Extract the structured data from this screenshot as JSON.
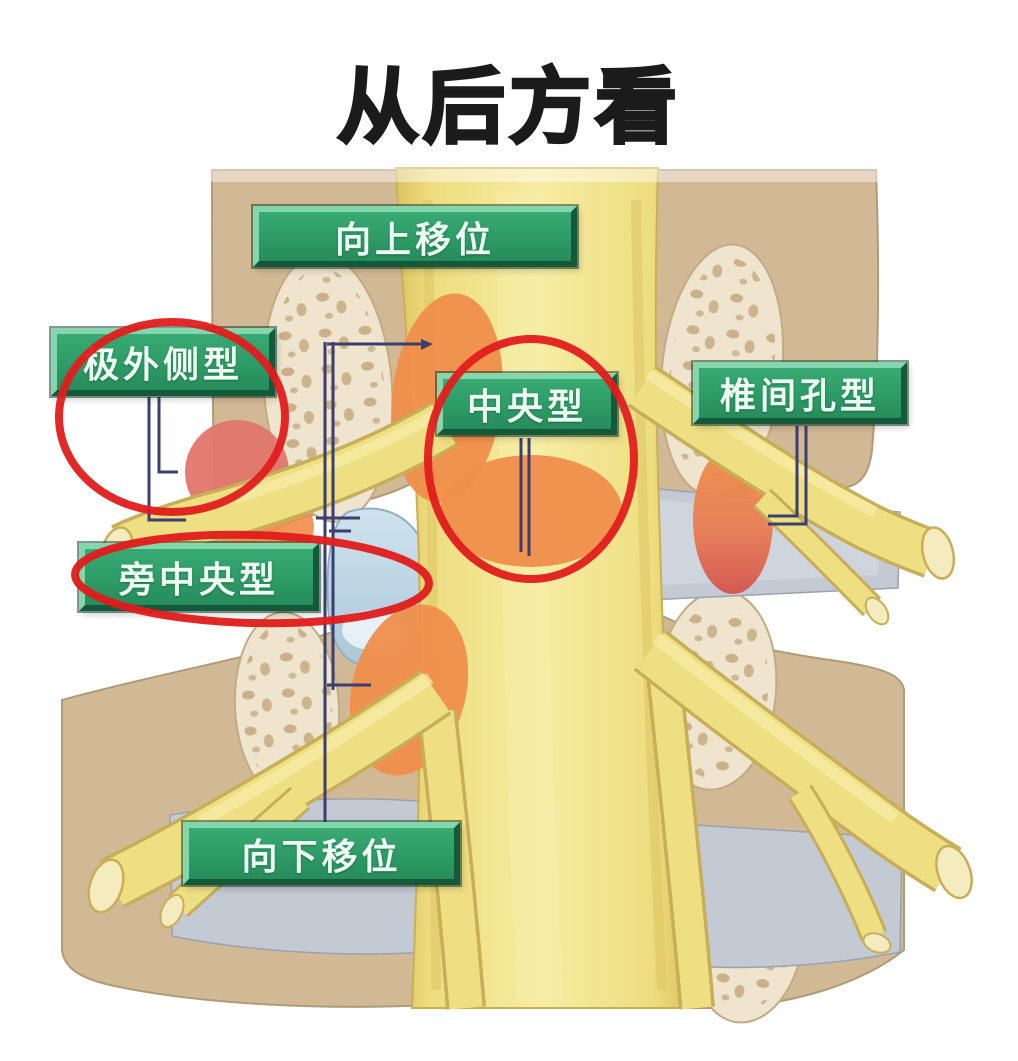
{
  "title": "从后方看",
  "labels": [
    {
      "id": "upward-shift",
      "text": "向上移位"
    },
    {
      "id": "far-lateral-type",
      "text": "极外侧型"
    },
    {
      "id": "central-type",
      "text": "中央型"
    },
    {
      "id": "foraminal-type",
      "text": "椎间孔型"
    },
    {
      "id": "paracentral-type",
      "text": "旁中央型"
    },
    {
      "id": "downward-shift",
      "text": "向下移位"
    }
  ],
  "colors": {
    "label_green": "#2f9e68",
    "label_bevel_light": "#84d6ad",
    "label_bevel_dark": "#14593a",
    "label_text": "#eefdf4",
    "annotation_red": "#e11c1c",
    "herniation_orange": "#ee8d4b",
    "herniation_red": "#d4544e",
    "nerve_yellow": "#efdf83",
    "bone_tan": "#d2b996",
    "bone_inset_cream": "#efe4cd",
    "disc_gray": "#c3cad3",
    "disc_fragment_blue": "#bcd2e0",
    "connector_navy": "#3a3f70",
    "title_black": "#1b1b1b"
  }
}
